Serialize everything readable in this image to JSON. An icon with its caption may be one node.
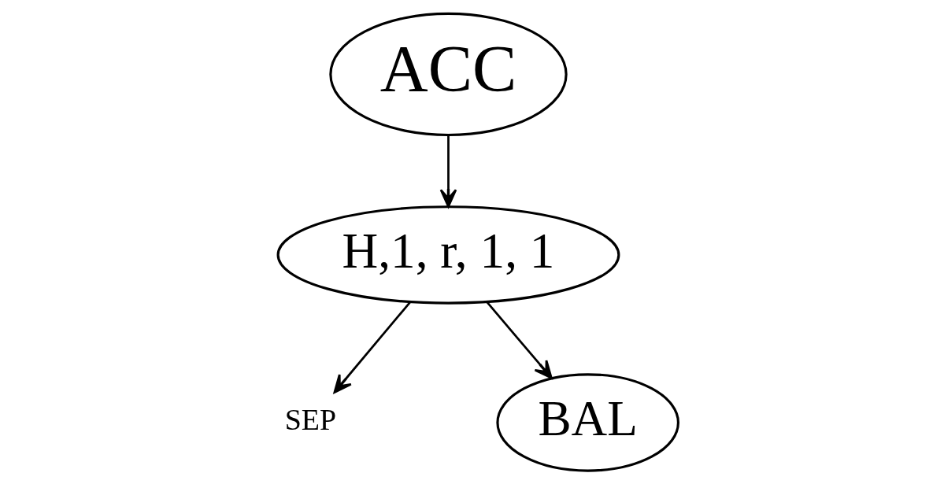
{
  "diagram": {
    "nodes": [
      {
        "text": [
          "ACC"
        ]
      },
      {
        "text": [
          "H,1, r, 1, 1"
        ]
      },
      {
        "text": [
          "SEP"
        ]
      },
      {
        "text": [
          "BAL"
        ]
      }
    ],
    "edges": [
      {
        "from": 0,
        "to": 1,
        "arrow": "to"
      },
      {
        "from": 1,
        "to": 2,
        "arrow": "to"
      },
      {
        "from": 1,
        "to": 3,
        "arrow": "to"
      }
    ]
  }
}
